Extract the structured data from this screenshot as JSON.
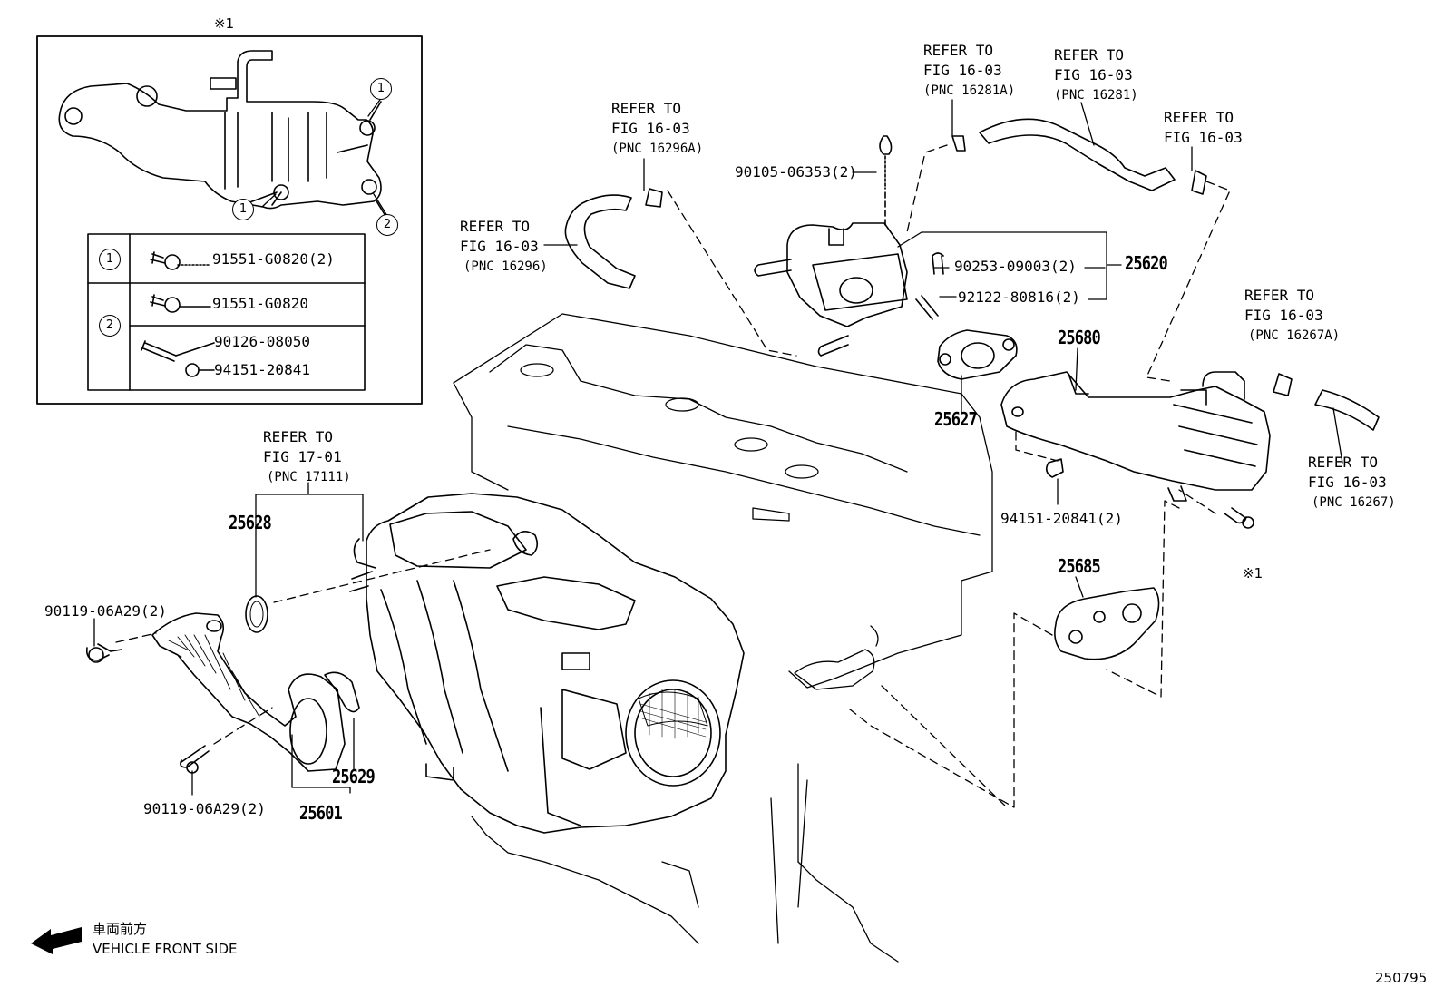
{
  "inset": {
    "mark": "※1",
    "circles": [
      "1",
      "1",
      "2"
    ],
    "table": {
      "rows": [
        {
          "key": "1",
          "parts": [
            "91551-G0820(2)"
          ]
        },
        {
          "key": "2",
          "parts": [
            "91551-G0820",
            "90126-08050",
            "94151-20841"
          ]
        }
      ]
    }
  },
  "refs": {
    "r16296a": {
      "line1": "REFER TO",
      "line2": "FIG 16-03",
      "line3": "(PNC 16296A)"
    },
    "r16296": {
      "line1": "REFER TO",
      "line2": "FIG 16-03",
      "line3": "(PNC 16296)"
    },
    "r16281a": {
      "line1": "REFER TO",
      "line2": "FIG 16-03",
      "line3": "(PNC 16281A)"
    },
    "r16281": {
      "line1": "REFER TO",
      "line2": "FIG 16-03",
      "line3": "(PNC 16281)"
    },
    "r1603": {
      "line1": "REFER TO",
      "line2": "FIG 16-03"
    },
    "r16267a": {
      "line1": "REFER TO",
      "line2": "FIG 16-03",
      "line3": "(PNC 16267A)"
    },
    "r16267": {
      "line1": "REFER TO",
      "line2": "FIG 16-03",
      "line3": "(PNC 16267)"
    },
    "r17111": {
      "line1": "REFER TO",
      "line2": "FIG 17-01",
      "line3": "(PNC 17111)"
    }
  },
  "parts": {
    "p90105": "90105-06353(2)",
    "p90253": "90253-09003(2)",
    "p92122": "92122-80816(2)",
    "p25620": "25620",
    "p25680": "25680",
    "p25627": "25627",
    "p94151": "94151-20841(2)",
    "mark1": "※1",
    "p25685": "25685",
    "p25628": "25628",
    "p90119a": "90119-06A29(2)",
    "p90119b": "90119-06A29(2)",
    "p25629": "25629",
    "p25601": "25601"
  },
  "front": {
    "jp": "車両前方",
    "en": "VEHICLE FRONT SIDE"
  },
  "figure_id": "250795"
}
